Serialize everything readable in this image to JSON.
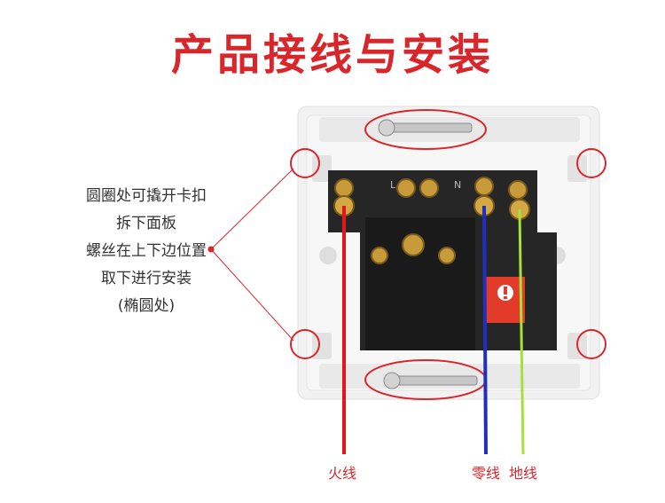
{
  "title": "产品接线与安装",
  "instructions": [
    "圆圈处可撬开卡扣",
    "拆下面板",
    "螺丝在上下边位置",
    "取下进行安装",
    "(椭圆处)"
  ],
  "wire_labels": {
    "live": "火线",
    "neutral": "零线",
    "earth": "地线"
  },
  "terminal_marks": {
    "left": "L",
    "right": "N"
  },
  "colors": {
    "accent": "#d9262b",
    "live_wire": "#e8141b",
    "neutral_wire": "#1f2fbf",
    "earth_wire": "#a6e03a"
  }
}
